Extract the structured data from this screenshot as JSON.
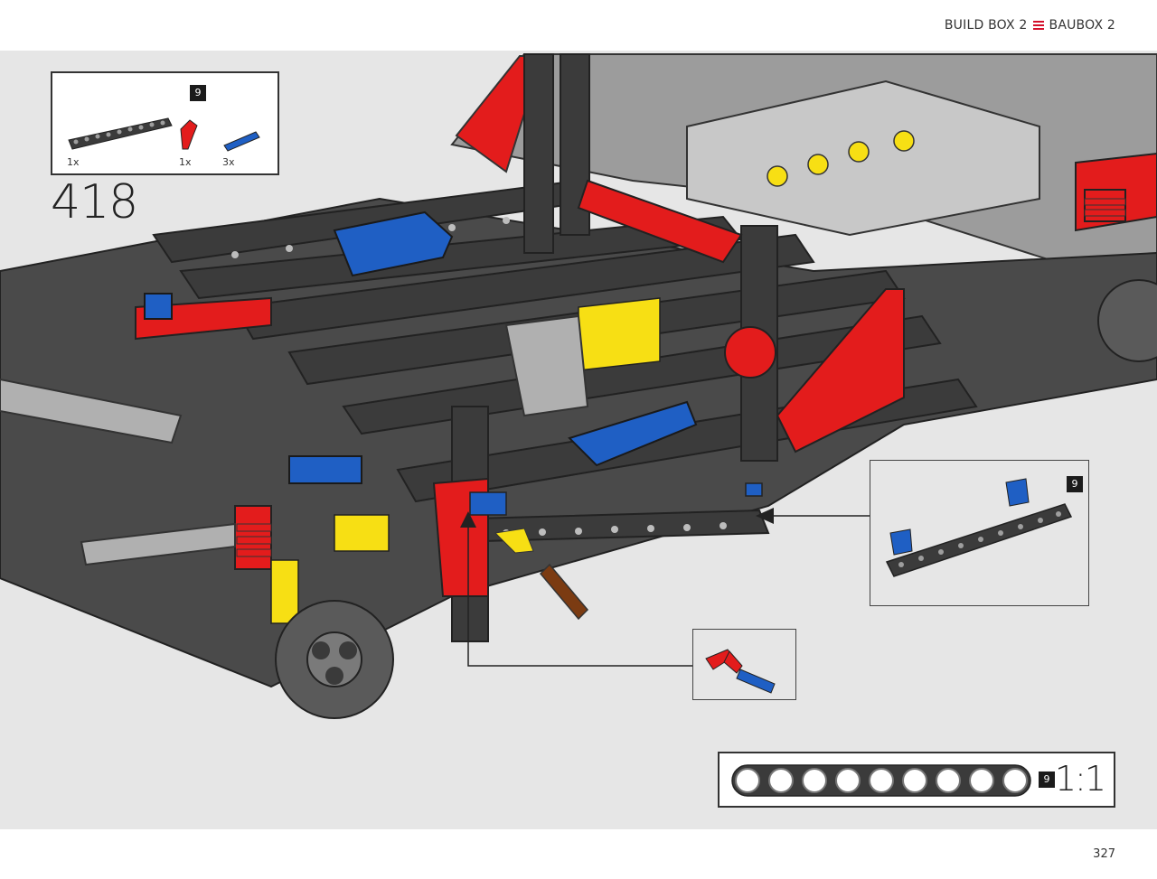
{
  "header": {
    "box_en": "BUILD BOX 2",
    "box_de": "BAUBOX 2"
  },
  "step": {
    "number": "418"
  },
  "parts_list": {
    "items": [
      {
        "name": "beam-9",
        "qty": "1x",
        "length_badge": "9"
      },
      {
        "name": "red-connector",
        "qty": "1x"
      },
      {
        "name": "blue-axle-pin",
        "qty": "3x"
      }
    ]
  },
  "callouts": {
    "beam_detail_badge": "9"
  },
  "reference": {
    "badge": "9",
    "scale": "1:1",
    "holes": 9
  },
  "footer": {
    "page": "327"
  },
  "colors": {
    "red": "#e31c1c",
    "dark": "#3b3b3b",
    "gray": "#a9a9a9",
    "blue": "#1f5fc4",
    "yellow": "#f7df14",
    "background": "#e6e6e6"
  }
}
